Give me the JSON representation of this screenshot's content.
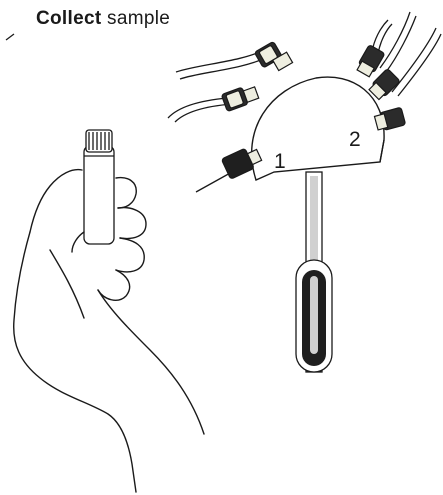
{
  "title": {
    "bold": "Collect",
    "rest": "sample"
  },
  "labels": {
    "port_1": "1",
    "port_2": "2"
  },
  "icons": {
    "hand": "gloved-hand-icon",
    "vial": "sample-vial-icon",
    "valve": "injection-valve-icon",
    "syringe_port": "syringe-port-icon"
  },
  "colors": {
    "outline": "#1a1a1a",
    "fitting_dark": "#2b2b2b",
    "fitting_light": "#eeeee0",
    "tube_fill": "#f2f2f2",
    "needle_fill": "#d0d0d0",
    "background": "#ffffff"
  }
}
